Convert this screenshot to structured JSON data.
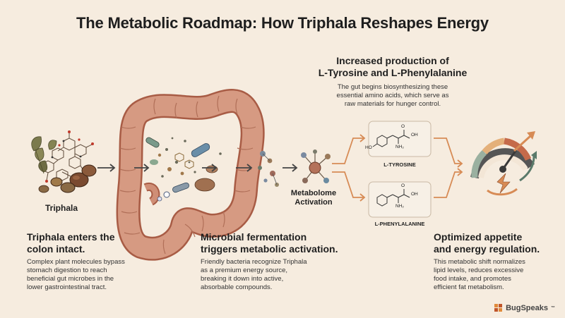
{
  "title": "The Metabolic Roadmap: How Triphala Reshapes Energy",
  "labels": {
    "triphala": "Triphala",
    "metabolome_1": "Metabolome",
    "metabolome_2": "Activation",
    "tyrosine": "L-TYROSINE",
    "phenylalanine": "L-PHENYLALANINE",
    "chem_oh": "OH",
    "chem_ho": "HO",
    "chem_nh2": "NH₂",
    "chem_o": "O"
  },
  "amino_header": {
    "title_1": "Increased production of",
    "title_2": "L-Tyrosine and L-Phenylalanine",
    "desc": [
      "The gut begins biosynthesizing these",
      "essential amino acids, which serve as",
      "raw materials for hunger control."
    ]
  },
  "steps": [
    {
      "title": [
        "Triphala enters the",
        "colon intact."
      ],
      "desc": [
        "Complex plant molecules bypass",
        "stomach digestion to reach",
        "beneficial gut microbes in the",
        "lower gastrointestinal tract."
      ]
    },
    {
      "title": [
        "Microbial fermentation",
        "triggers metabolic activation."
      ],
      "desc": [
        "Friendly bacteria recognize Triphala",
        "as a premium energy source,",
        "breaking it down into active,",
        "absorbable compounds."
      ]
    },
    {
      "title": [
        "Optimized appetite",
        "and energy regulation."
      ],
      "desc": [
        "This metabolic shift normalizes",
        "lipid levels, reduces excessive",
        "food intake, and promotes",
        "efficient fat metabolism."
      ]
    }
  ],
  "brand": "BugSpeaks",
  "brand_mark": "™",
  "colors": {
    "background": "#f6ecdf",
    "arrow": "#d78b55",
    "intestine": "#d69a82",
    "herb_leaf": "#7b7a4d"
  }
}
